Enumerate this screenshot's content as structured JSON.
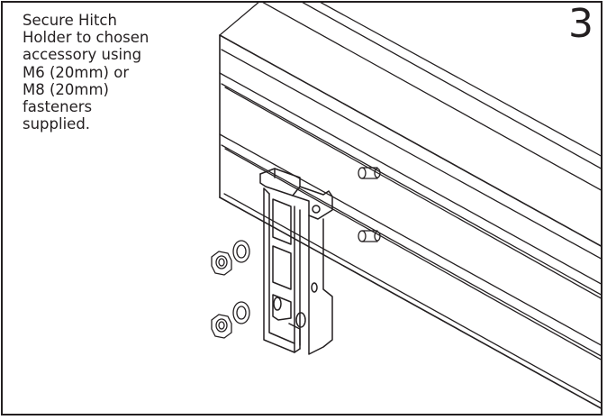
{
  "instruction": {
    "lines": [
      "Secure Hitch",
      "Holder to chosen",
      "accessory using",
      "M6 (20mm) or",
      "M8 (20mm)",
      "fasteners",
      "supplied."
    ]
  },
  "step_number": "3",
  "colors": {
    "ink": "#231f20",
    "background": "#ffffff"
  }
}
